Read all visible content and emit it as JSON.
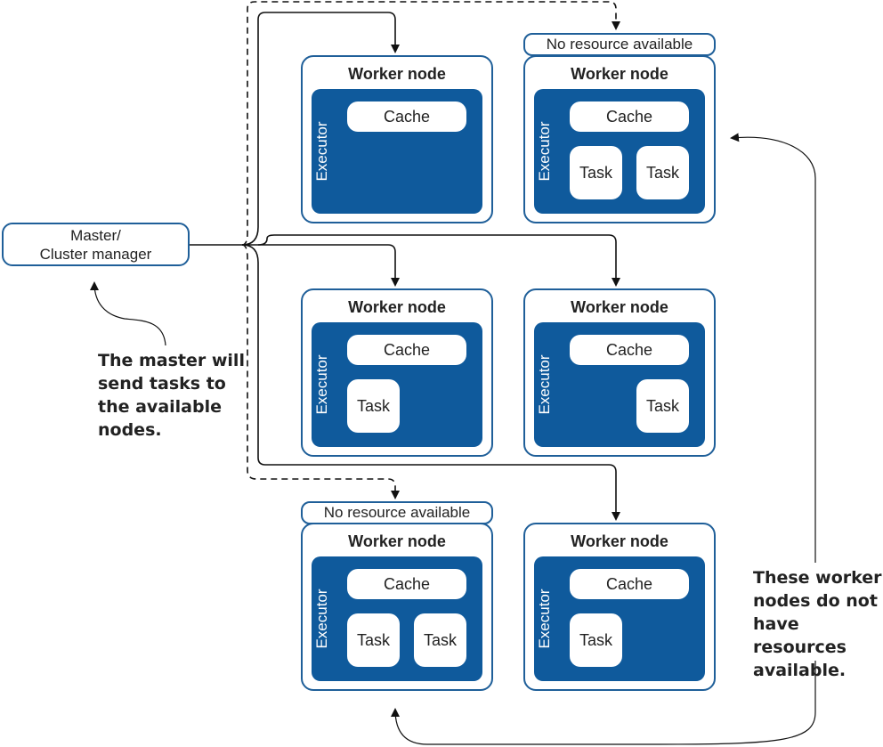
{
  "master": {
    "line1": "Master/",
    "line2": "Cluster manager"
  },
  "labels": {
    "worker_title": "Worker node",
    "executor": "Executor",
    "cache": "Cache",
    "task": "Task",
    "no_resource": "No resource available"
  },
  "workers": [
    {
      "id": "top-left",
      "tasks": [],
      "no_resource": false
    },
    {
      "id": "top-right",
      "tasks": [
        "left",
        "right"
      ],
      "no_resource": true
    },
    {
      "id": "mid-left",
      "tasks": [
        "left"
      ],
      "no_resource": false
    },
    {
      "id": "mid-right",
      "tasks": [
        "right"
      ],
      "no_resource": false
    },
    {
      "id": "bottom-left",
      "tasks": [
        "left",
        "right"
      ],
      "no_resource": true
    },
    {
      "id": "bottom-right",
      "tasks": [
        "left"
      ],
      "no_resource": false
    }
  ],
  "annotations": {
    "master_note": [
      "The master will",
      "send tasks to",
      "the available",
      "nodes."
    ],
    "worker_note": [
      "These worker",
      "nodes do not",
      "have resources",
      "available."
    ]
  },
  "colors": {
    "primary": "#0f5a9c",
    "border": "#1f5f99",
    "text": "#222222"
  }
}
